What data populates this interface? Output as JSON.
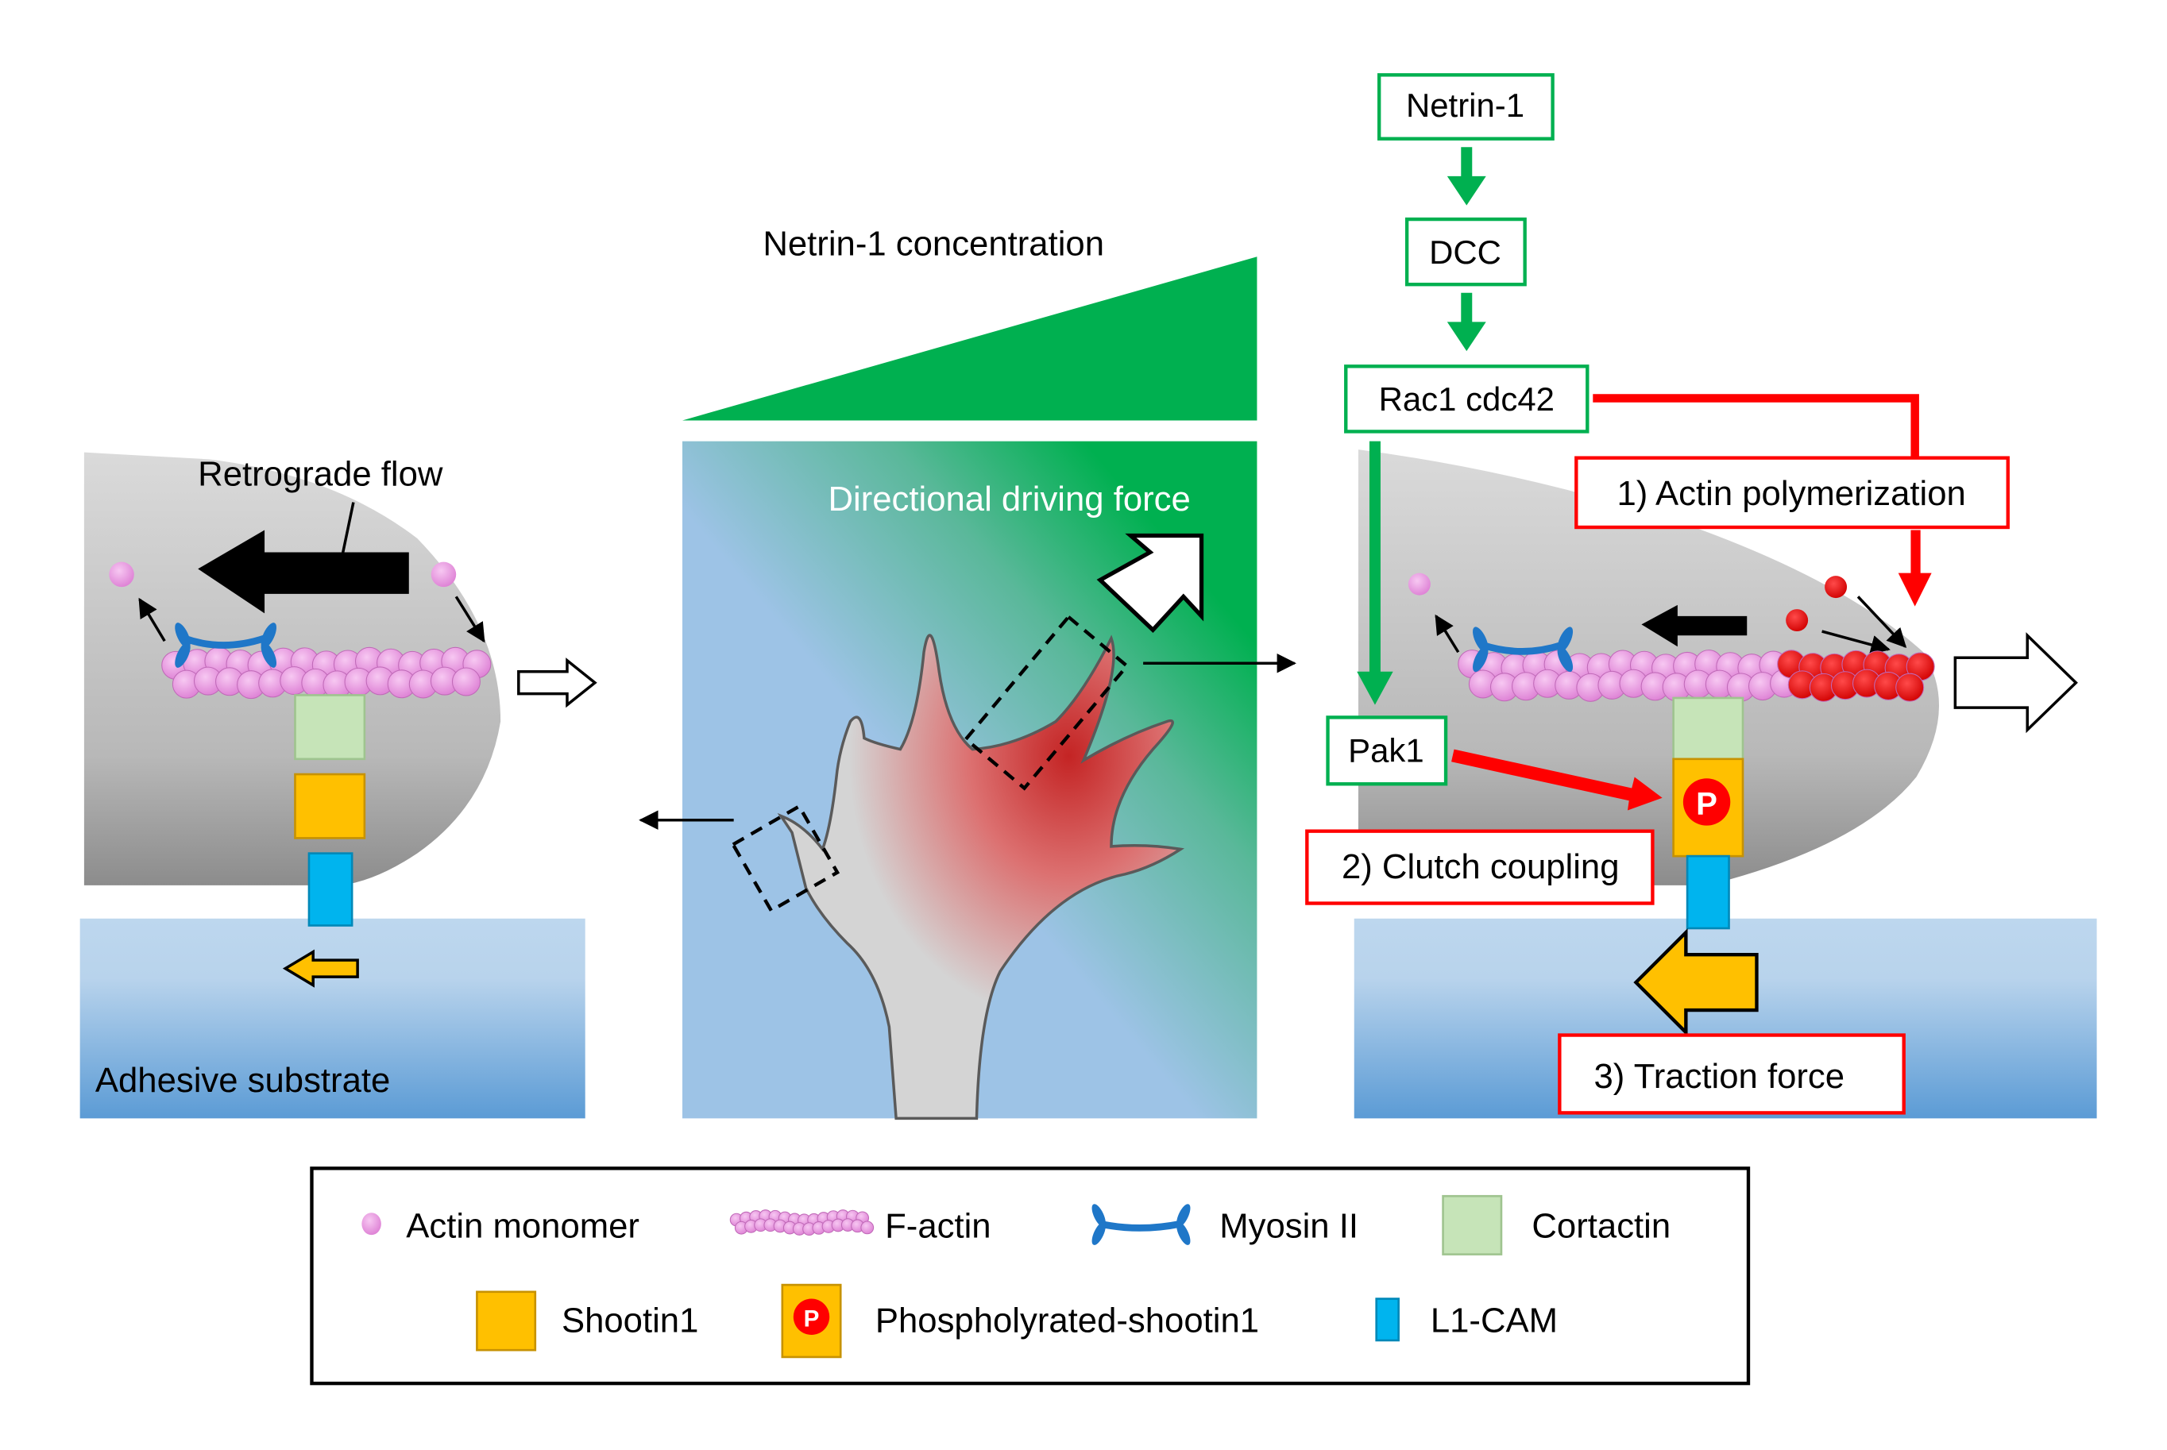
{
  "center_panel": {
    "gradient_title": "Netrin-1 concentration",
    "driving_force_label": "Directional driving force"
  },
  "left_panel": {
    "retrograde_label": "Retrograde flow",
    "substrate_label": "Adhesive substrate"
  },
  "pathway": {
    "nodes": [
      "Netrin-1",
      "DCC",
      "Rac1 cdc42",
      "Pak1"
    ],
    "steps": [
      "1) Actin polymerization",
      "2) Clutch coupling",
      "3) Traction force"
    ],
    "phospho_mark": "P"
  },
  "legend": {
    "items": [
      {
        "label": "Actin monomer",
        "icon": "actin-monomer-icon"
      },
      {
        "label": "F-actin",
        "icon": "f-actin-icon"
      },
      {
        "label": "Myosin II",
        "icon": "myosin-icon"
      },
      {
        "label": "Cortactin",
        "icon": "cortactin-icon"
      },
      {
        "label": "Shootin1",
        "icon": "shootin1-icon"
      },
      {
        "label": "Phospholyrated-shootin1",
        "icon": "phospho-shootin1-icon"
      },
      {
        "label": "L1-CAM",
        "icon": "l1cam-icon"
      }
    ]
  },
  "colors": {
    "pathway_green": "#00b050",
    "step_red": "#ff0000",
    "actin_pink": "#ee99e6",
    "polymerizing_red": "#e00000",
    "myosin_blue": "#1f77c8",
    "cortactin_green": "#c6e4b8",
    "shootin_yellow": "#ffc000",
    "l1cam_cyan": "#00b4ee",
    "substrate_blue": "#9dc3e6"
  }
}
